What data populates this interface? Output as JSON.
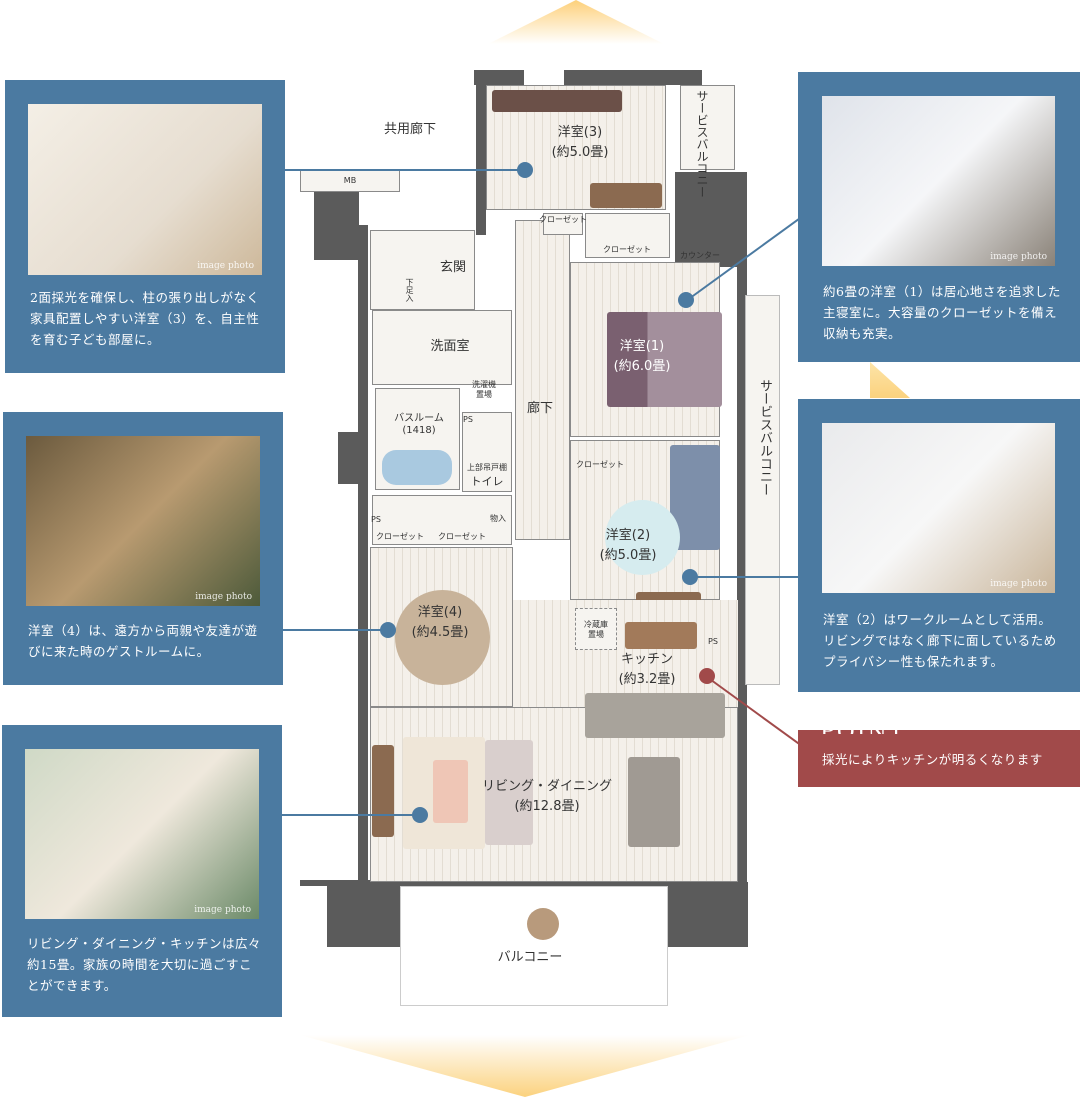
{
  "callouts": [
    {
      "photo_label": "image photo",
      "text": "2面採光を確保し、柱の張り出しがなく家具配置しやすい洋室（3）を、自主性を育む子ども部屋に。"
    },
    {
      "photo_label": "image photo",
      "text": "洋室（4）は、遠方から両親や友達が遊びに来た時のゲストルームに。"
    },
    {
      "photo_label": "image photo",
      "text": "リビング・ダイニング・キッチンは広々約15畳。家族の時間を大切に過ごすことができます。"
    },
    {
      "photo_label": "image photo",
      "text": "約6畳の洋室（1）は居心地さを追求した主寝室に。大容量のクローゼットを備え収納も充実。"
    },
    {
      "photo_label": "image photo",
      "text": "洋室（2）はワークルームとして活用。リビングではなく廊下に面しているためプライバシー性も保たれます。"
    }
  ],
  "point": {
    "title": "POINT",
    "text": "採光によりキッチンが明るくなります"
  },
  "plan": {
    "common_corridor": "共用廊下",
    "mb": "MB",
    "entrance": "玄関",
    "shoe": "下足入",
    "washroom": "洗面室",
    "washer": "洗濯機置場",
    "bath": "バスルーム",
    "bath_size": "(1418)",
    "ps": "PS",
    "toilet": "トイレ",
    "toilet_shelf": "上部吊戸棚",
    "corridor": "廊下",
    "closet": "クローゼット",
    "counter": "カウンター",
    "storage": "物入",
    "fridge": "冷蔵庫置場",
    "room3": "洋室(3)",
    "room3_size": "(約5.0畳)",
    "room1": "洋室(1)",
    "room1_size": "(約6.0畳)",
    "room2": "洋室(2)",
    "room2_size": "(約5.0畳)",
    "room4": "洋室(4)",
    "room4_size": "(約4.5畳)",
    "kitchen": "キッチン",
    "kitchen_size": "(約3.2畳)",
    "living": "リビング・ダイニング",
    "living_size": "(約12.8畳)",
    "service_balcony_top": "サービスバルコニー",
    "service_balcony_side": "サービスバルコニー",
    "balcony": "バルコニー"
  },
  "colors": {
    "card": "#4b7aa1",
    "point": "#a14a4a"
  }
}
